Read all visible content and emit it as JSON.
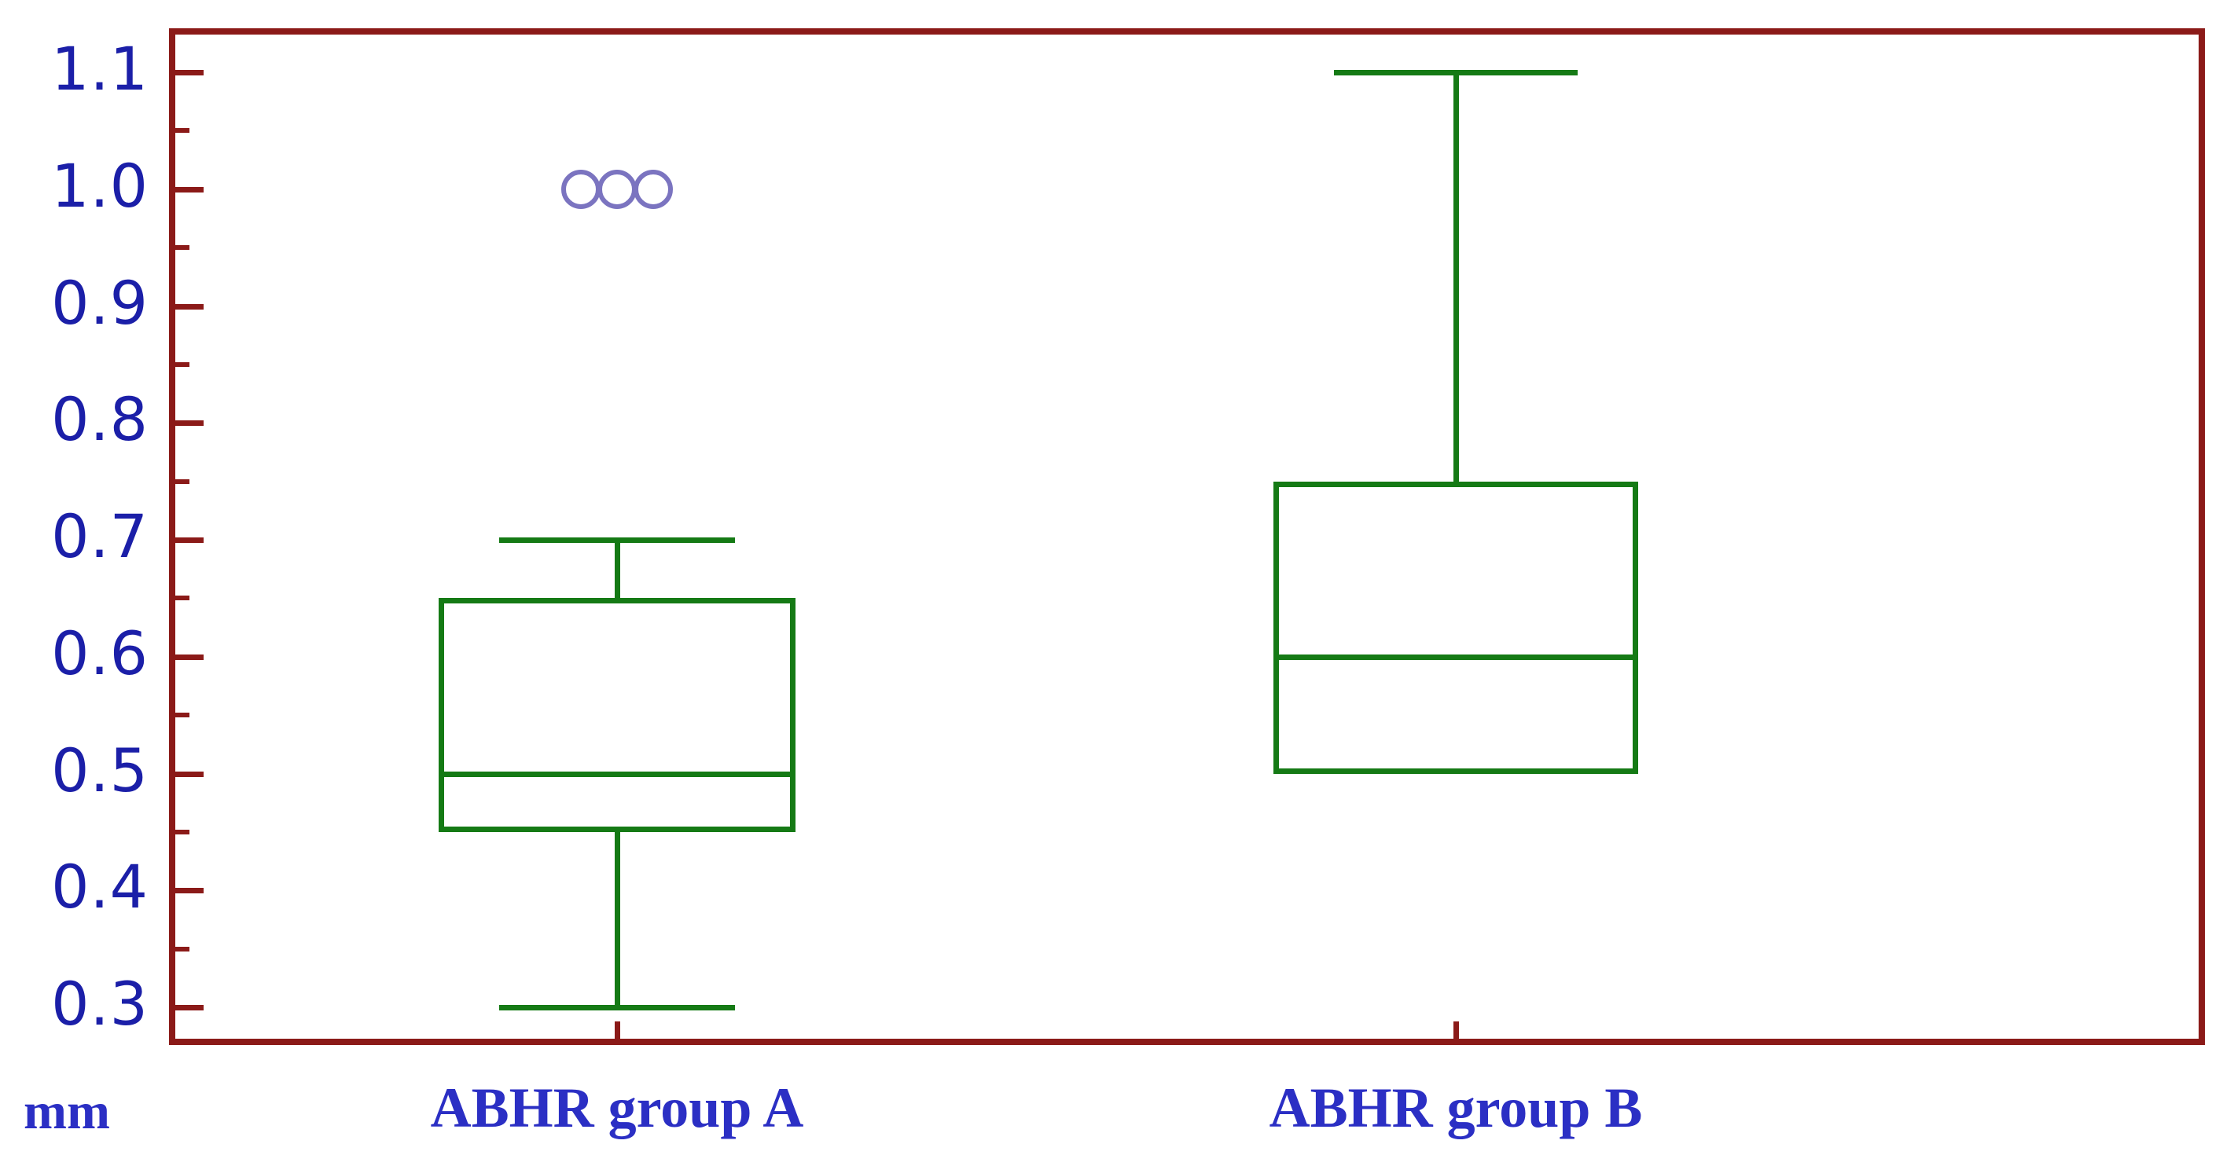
{
  "chart_data": {
    "type": "box",
    "title": "",
    "xlabel": "",
    "ylabel": "mm",
    "unit_label": "mm",
    "categories": [
      "ABHR group A",
      "ABHR group B"
    ],
    "ylim": [
      0.275,
      1.135
    ],
    "yticks": [
      "1.1",
      "1.0",
      "0.9",
      "0.8",
      "0.7",
      "0.6",
      "0.5",
      "0.4",
      "0.3"
    ],
    "ytick_values": [
      1.1,
      1.0,
      0.9,
      0.8,
      0.7,
      0.6,
      0.5,
      0.4,
      0.3
    ],
    "yminor_values": [
      1.05,
      0.95,
      0.85,
      0.75,
      0.65,
      0.55,
      0.45,
      0.35
    ],
    "grid": false,
    "legend": "none",
    "series": [
      {
        "name": "ABHR group A",
        "whisker_low": 0.3,
        "q1": 0.45,
        "median": 0.5,
        "q3": 0.65,
        "whisker_high": 0.7,
        "outliers": [
          1.0,
          1.0,
          1.0
        ]
      },
      {
        "name": "ABHR group B",
        "whisker_low": 0.5,
        "q1": 0.5,
        "median": 0.6,
        "q3": 0.75,
        "whisker_high": 1.1,
        "outliers": []
      }
    ]
  },
  "colors": {
    "frame": "#8b1a18",
    "tick": "#8b1a18",
    "ytick_label": "#1b1fa8",
    "category_label": "#2b2fc4",
    "box": "#157a15",
    "outlier": "#7b74c0",
    "background": "#ffffff"
  },
  "axis": {
    "y_label_0": "1.1",
    "y_label_1": "1.0",
    "y_label_2": "0.9",
    "y_label_3": "0.8",
    "y_label_4": "0.7",
    "y_label_5": "0.6",
    "y_label_6": "0.5",
    "y_label_7": "0.4",
    "y_label_8": "0.3"
  },
  "labels": {
    "unit": "mm",
    "group_a": "ABHR group A",
    "group_b": "ABHR group B"
  }
}
